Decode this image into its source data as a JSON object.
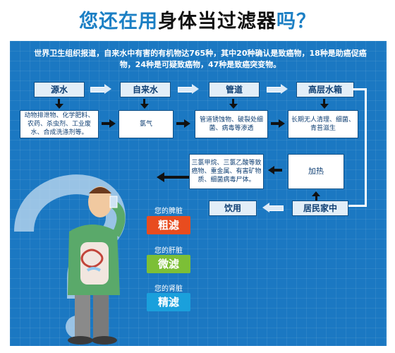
{
  "title": {
    "part1": "您还在用",
    "part2": "身体当过滤器",
    "part3": "吗？"
  },
  "intro": "世界卫生组织报道，自来水中有害的有机物达765种，其中20种确认是致癌物，18种是助癌促癌物，24种是可疑致癌物，47种是致癌突变物。",
  "stages": {
    "source": "源水",
    "tap": "自来水",
    "pipe": "管道",
    "tank": "高层水箱",
    "home": "居民家中",
    "drink": "饮用",
    "heat": "加热"
  },
  "descriptions": {
    "source": "动物排泄物、化学肥料、农药、杀虫剂、工业废水、合成洗涤剂等。",
    "tap": "氯气",
    "pipe": "管道锈蚀物、破裂处细菌、病毒等渗透",
    "tank": "长期无人清理、细菌、青苔滋生",
    "heat_result": "三氯甲烷、三氯乙酸等致癌物、重金属、有害矿物质、细菌病毒尸体。"
  },
  "organs": [
    {
      "caption": "您的脾脏",
      "label": "粗滤",
      "color": "#e84c1f"
    },
    {
      "caption": "您的肝脏",
      "label": "微滤",
      "color": "#7cbf36"
    },
    {
      "caption": "您的肾脏",
      "label": "精滤",
      "color": "#1aa0dc"
    }
  ],
  "colors": {
    "panel_blue": "#1b78c2",
    "title_blue": "#1b7fc4"
  },
  "figure_icon": "man-drinking-water-illustration"
}
